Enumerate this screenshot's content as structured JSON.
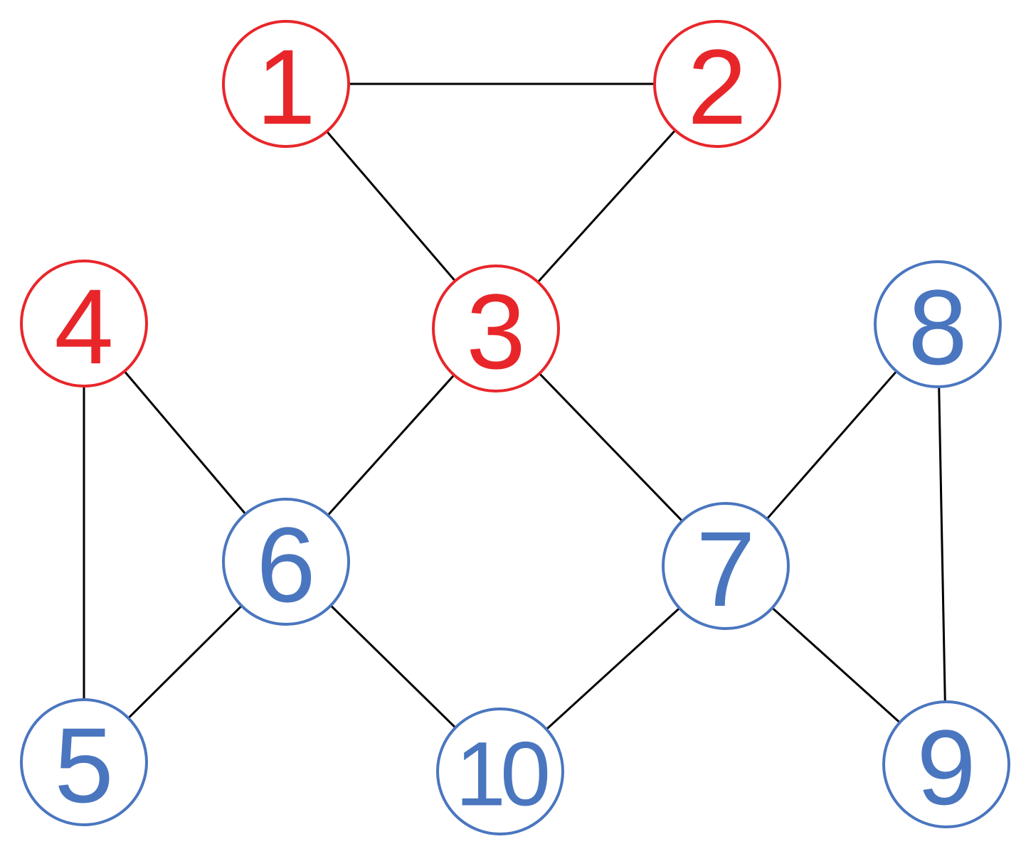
{
  "colors": {
    "group_a": "#e8262a",
    "group_b": "#4a76bf",
    "edge": "#000000"
  },
  "nodes": [
    {
      "id": "1",
      "label": "1",
      "group": "group_a"
    },
    {
      "id": "2",
      "label": "2",
      "group": "group_a"
    },
    {
      "id": "3",
      "label": "3",
      "group": "group_a"
    },
    {
      "id": "4",
      "label": "4",
      "group": "group_a"
    },
    {
      "id": "5",
      "label": "5",
      "group": "group_b"
    },
    {
      "id": "6",
      "label": "6",
      "group": "group_b"
    },
    {
      "id": "7",
      "label": "7",
      "group": "group_b"
    },
    {
      "id": "8",
      "label": "8",
      "group": "group_b"
    },
    {
      "id": "9",
      "label": "9",
      "group": "group_b"
    },
    {
      "id": "10",
      "label": "10",
      "group": "group_b"
    }
  ],
  "edges": [
    [
      "1",
      "2"
    ],
    [
      "1",
      "3"
    ],
    [
      "2",
      "3"
    ],
    [
      "3",
      "6"
    ],
    [
      "3",
      "7"
    ],
    [
      "4",
      "6"
    ],
    [
      "4",
      "5"
    ],
    [
      "5",
      "6"
    ],
    [
      "6",
      "10"
    ],
    [
      "7",
      "10"
    ],
    [
      "7",
      "8"
    ],
    [
      "7",
      "9"
    ],
    [
      "8",
      "9"
    ]
  ]
}
